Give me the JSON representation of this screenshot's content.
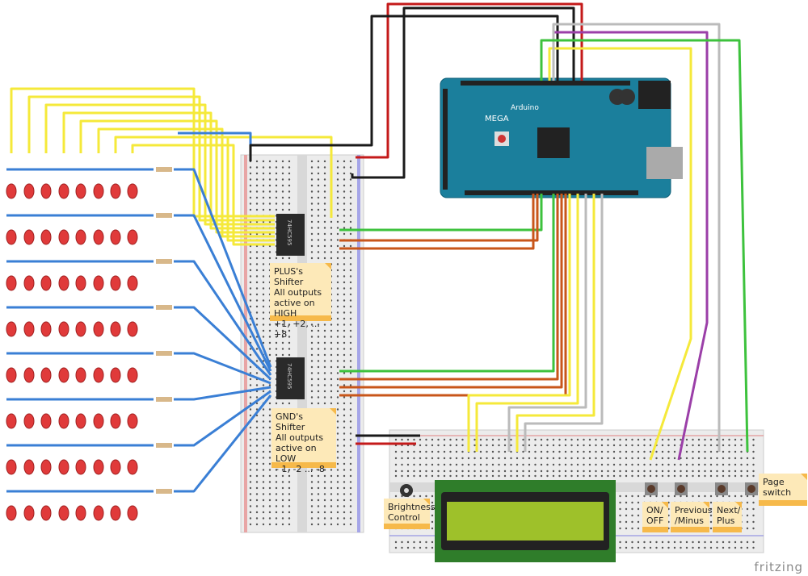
{
  "notes": {
    "plus_shifter": "PLUS's Shifter\nAll outputs\nactive on\nHIGH\n+1, +2, ... +8",
    "gnd_shifter": "GND's Shifter\nAll outputs\nactive on LOW\n- 1, -2 ... -8",
    "brightness": "Brightness\nControl",
    "on_off": "ON/\nOFF",
    "previous": "Previous\n/Minus",
    "next": "Next/\nPlus",
    "page": "Page\nswitch"
  },
  "chips": {
    "label": "74HC595"
  },
  "arduino": {
    "model": "MEGA",
    "brand": "Arduino"
  },
  "led_matrix": {
    "rows": 8,
    "cols": 8,
    "led_color": "#e03a3a"
  },
  "wire_colors": {
    "yellow": "#f5e93a",
    "blue": "#3a7fd5",
    "green": "#3dc23d",
    "red": "#c41a1a",
    "black": "#1a1a1a",
    "orange": "#c8561a",
    "purple": "#9b3fa8",
    "gray": "#bbbbbb"
  },
  "watermark": "fritzing"
}
